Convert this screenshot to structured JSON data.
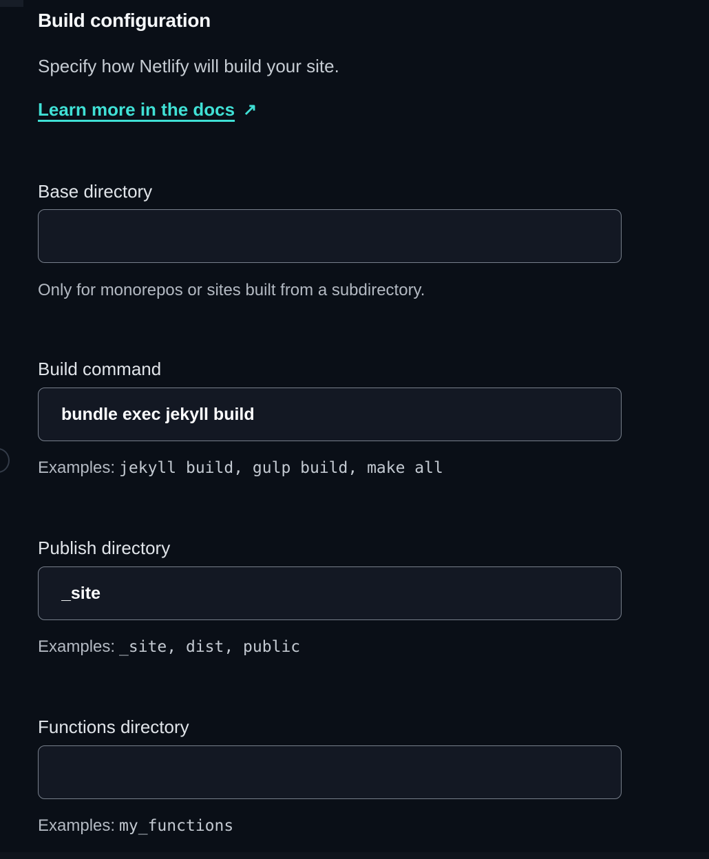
{
  "theme": {
    "background": "#0a0f17",
    "accent_teal": "#40e0d5",
    "input_background": "#131823",
    "input_border": "#78808c"
  },
  "header": {
    "title": "Build configuration",
    "subtitle": "Specify how Netlify will build your site.",
    "docs_link_label": "Learn more in the docs",
    "docs_link_icon": "↗"
  },
  "fields": [
    {
      "label": "Base directory",
      "value": "",
      "help_prefix": "Only for monorepos or sites built from a subdirectory.",
      "help_code": ""
    },
    {
      "label": "Build command",
      "value": "bundle exec jekyll build",
      "help_prefix": "Examples:",
      "help_code": "jekyll build, gulp build, make all"
    },
    {
      "label": "Publish directory",
      "value": "_site",
      "help_prefix": "Examples:",
      "help_code": "_site, dist, public"
    },
    {
      "label": "Functions directory",
      "value": "",
      "help_prefix": "Examples:",
      "help_code": "my_functions"
    }
  ]
}
